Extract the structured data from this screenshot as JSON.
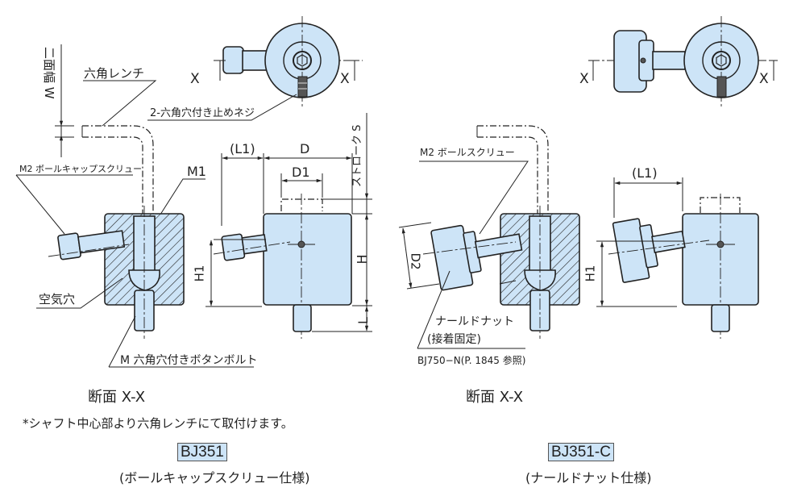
{
  "left_view": {
    "labels": {
      "width_across_flats": "二面幅 W",
      "hex_wrench": "六角レンチ",
      "set_screws": "2-六角穴付き止めネジ",
      "ball_cap_screw": "M2 ボールキャップスクリュー",
      "m1": "M1",
      "air_hole": "空気穴",
      "button_bolt": "M 六角穴付きボタンボルト",
      "l1": "(L1)",
      "d": "D",
      "d1": "D1",
      "stroke": "ストローク S",
      "h": "H",
      "h1": "H1",
      "l": "L",
      "x_left": "X",
      "x_right": "X"
    },
    "section_caption": "断面 X-X"
  },
  "right_view": {
    "labels": {
      "ball_screw": "M2 ボールスクリュー",
      "d2": "D2",
      "knurled_nut": "ナールドナット",
      "adhesive": "(接着固定)",
      "ref_part": "BJ750−N(P. 1845 参照)",
      "l1": "(L1)",
      "h1": "H1",
      "x_left": "X",
      "x_right": "X"
    },
    "section_caption": "断面 X-X"
  },
  "note": "*シャフト中心部より六角レンチにて取付けます。",
  "products": [
    {
      "code": "BJ351",
      "description": "(ボールキャップスクリュー仕様)"
    },
    {
      "code": "BJ351-C",
      "description": "(ナールドナット仕様)"
    }
  ],
  "colors": {
    "part_fill": "#cde4f7",
    "line": "#222222"
  }
}
